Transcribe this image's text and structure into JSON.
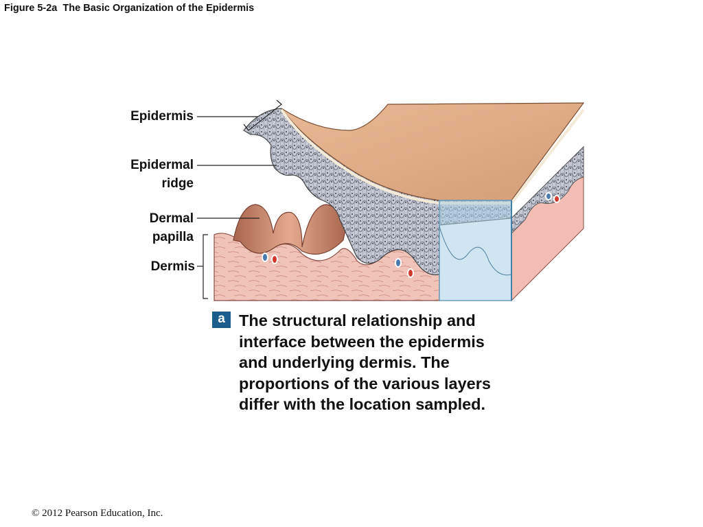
{
  "figure": {
    "title": "Figure 5-2a  The Basic Organization of the Epidermis",
    "labels": {
      "epidermis": "Epidermis",
      "epidermal_ridge": [
        "Epidermal",
        "ridge"
      ],
      "dermal_papilla": [
        "Dermal",
        "papilla"
      ],
      "dermis": "Dermis"
    },
    "panel_letter": "a",
    "caption_lines": [
      "The structural relationship and",
      "interface between the epidermis",
      "and underlying dermis. The",
      "proportions of the various layers",
      "differ with the location sampled."
    ],
    "copyright": "© 2012 Pearson Education, Inc."
  },
  "colors": {
    "skin_surface": "#dca882",
    "epidermis_cells": "#c6c9d4",
    "dermis": "#f0c4b8",
    "dermal_papilla": "#c98a6e",
    "cutaway_box": "#a8d0e6",
    "panel_badge": "#1a5f8c",
    "blood_vessel_red": "#d23a2e",
    "blood_vessel_blue": "#4a7ab0"
  }
}
